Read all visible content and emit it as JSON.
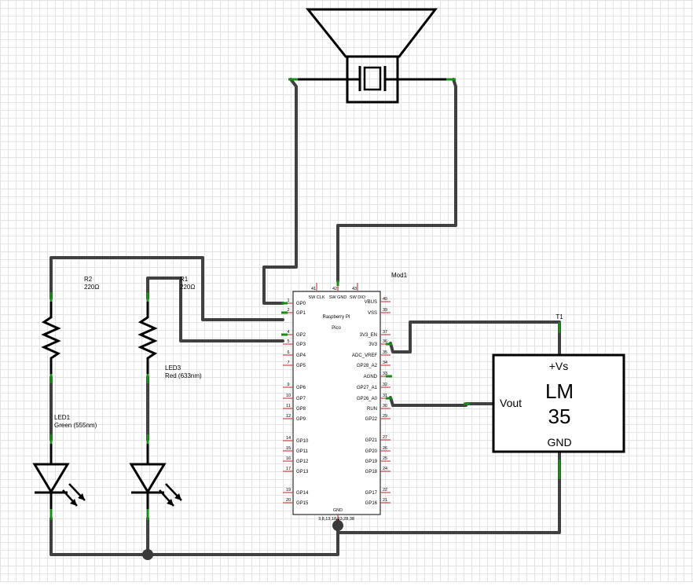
{
  "mod1": {
    "ref": "Mod1",
    "name_line1": "Raspberry PI",
    "name_line2": "Pico",
    "top_pins": [
      "SW CLK",
      "SW GND",
      "SW DIO"
    ],
    "top_pin_numbers": [
      "41",
      "42",
      "43"
    ],
    "left_pins": [
      {
        "label": "GP0",
        "num": "1"
      },
      {
        "label": "GP1",
        "num": "2"
      },
      {
        "label": "GP2",
        "num": "4"
      },
      {
        "label": "GP3",
        "num": "5"
      },
      {
        "label": "GP4",
        "num": "6"
      },
      {
        "label": "GP5",
        "num": "7"
      },
      {
        "label": "GP6",
        "num": "9"
      },
      {
        "label": "GP7",
        "num": "10"
      },
      {
        "label": "GP8",
        "num": "11"
      },
      {
        "label": "GP9",
        "num": "12"
      },
      {
        "label": "GP10",
        "num": "14"
      },
      {
        "label": "GP11",
        "num": "15"
      },
      {
        "label": "GP12",
        "num": "16"
      },
      {
        "label": "GP13",
        "num": "17"
      },
      {
        "label": "GP14",
        "num": "19"
      },
      {
        "label": "GP15",
        "num": "20"
      }
    ],
    "right_pins": [
      {
        "label": "VBUS",
        "num": "40"
      },
      {
        "label": "VSS",
        "num": "39"
      },
      {
        "label": "3V3_EN",
        "num": "37"
      },
      {
        "label": "3V3",
        "num": "36"
      },
      {
        "label": "ADC_VREF",
        "num": "35"
      },
      {
        "label": "GP28_A2",
        "num": "34"
      },
      {
        "label": "AGND",
        "num": "33"
      },
      {
        "label": "GP27_A1",
        "num": "32"
      },
      {
        "label": "GP26_A0",
        "num": "31"
      },
      {
        "label": "RUN",
        "num": "30"
      },
      {
        "label": "GP22",
        "num": "29"
      },
      {
        "label": "GP21",
        "num": "27"
      },
      {
        "label": "GP20",
        "num": "26"
      },
      {
        "label": "GP19",
        "num": "25"
      },
      {
        "label": "GP18",
        "num": "24"
      },
      {
        "label": "GP17",
        "num": "22"
      },
      {
        "label": "GP16",
        "num": "21"
      }
    ],
    "bottom_pin": "GND",
    "bottom_pin_numbers": "3,8,13,18,23,28,38"
  },
  "r2": {
    "ref": "R2",
    "value": "220Ω"
  },
  "r1": {
    "ref": "R1",
    "value": "220Ω"
  },
  "led1": {
    "ref": "LED1",
    "value": "Green (555nm)"
  },
  "led3": {
    "ref": "LED3",
    "value": "Red (633nm)"
  },
  "t1": {
    "ref": "T1",
    "title_line1": "LM",
    "title_line2": "35",
    "pin_vs": "+Vs",
    "pin_vout": "Vout",
    "pin_gnd": "GND"
  },
  "colors": {
    "wire": "#404040",
    "pin_stub": "#c24a4a",
    "connection_point": "#1a8a1a",
    "grid": "#e3e3e3"
  }
}
